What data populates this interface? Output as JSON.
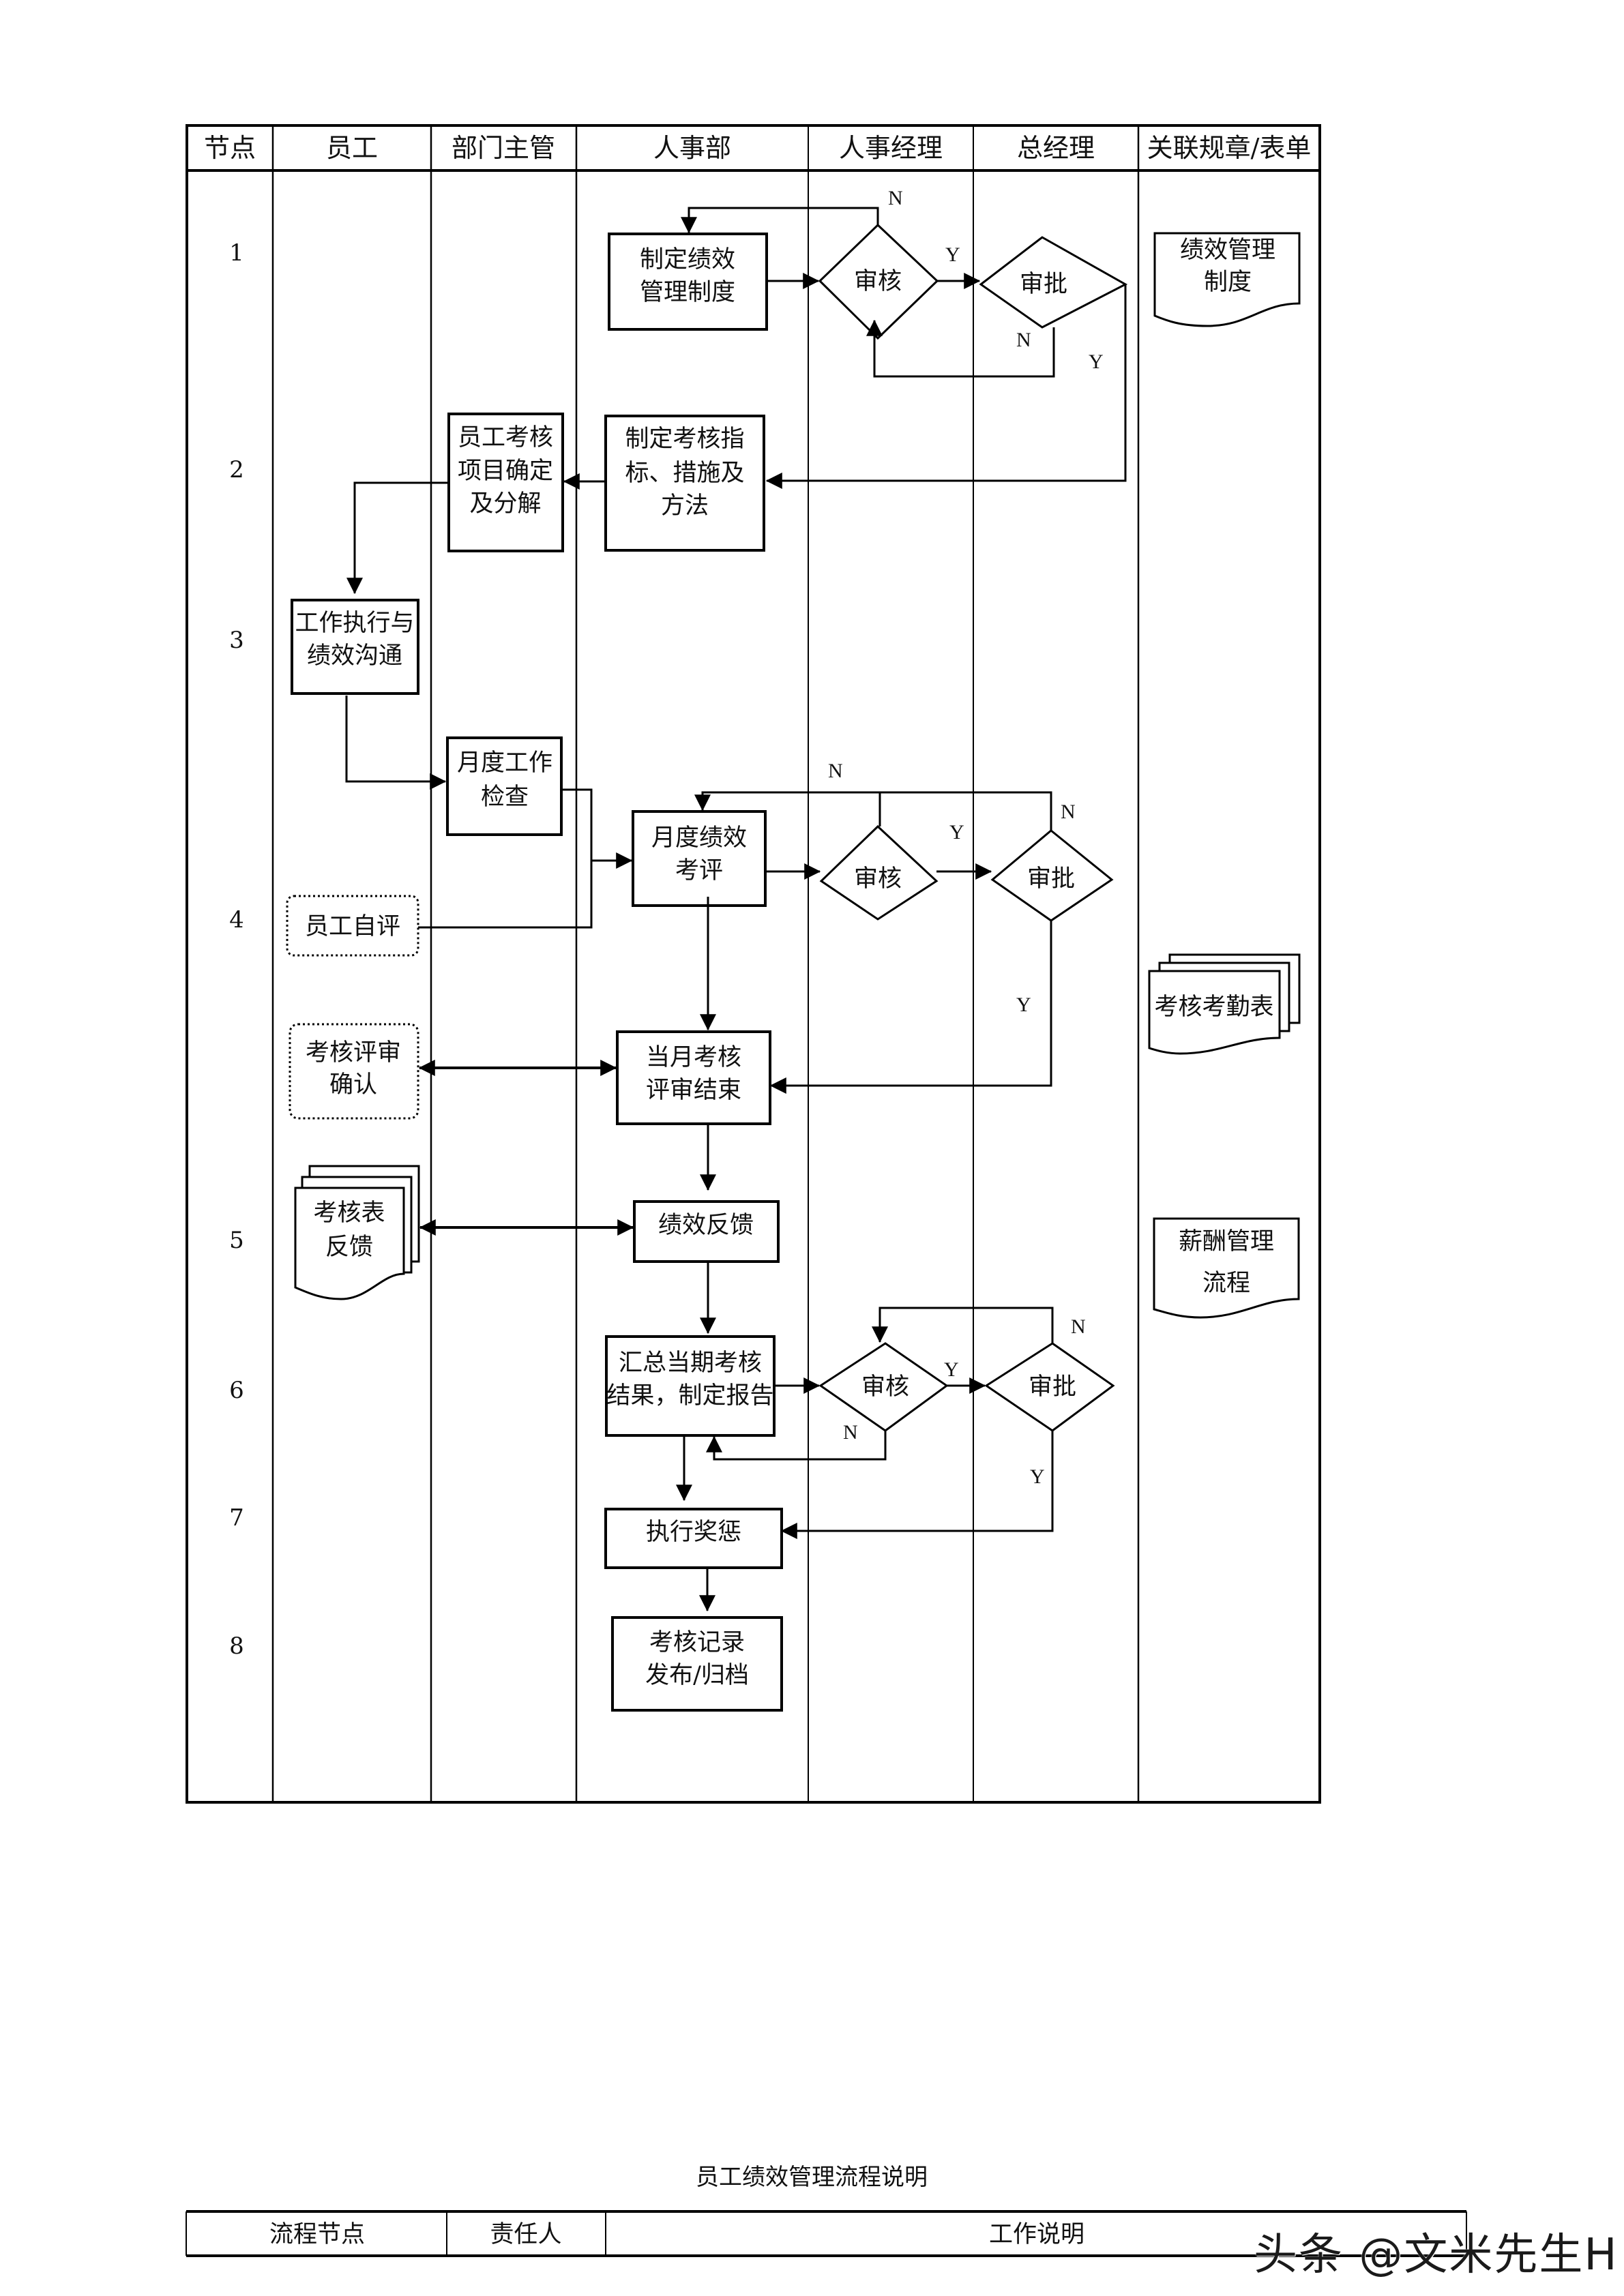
{
  "lanes": {
    "headers": [
      "节点",
      "员工",
      "部门主管",
      "人事部",
      "人事经理",
      "总经理",
      "关联规章/表单"
    ],
    "node_numbers": [
      "1",
      "2",
      "3",
      "4",
      "5",
      "6",
      "7",
      "8"
    ]
  },
  "steps": {
    "define_policy": [
      "制定绩效",
      "管理制度"
    ],
    "review_1": "审核",
    "approve_1": "审批",
    "define_indicators": [
      "制定考核指",
      "标、措施及",
      "方法"
    ],
    "decompose_items": [
      "员工考核",
      "项目确定",
      "及分解"
    ],
    "work_exec": [
      "工作执行与",
      "绩效沟通"
    ],
    "monthly_check": [
      "月度工作",
      "检查"
    ],
    "self_eval": "员工自评",
    "monthly_eval": [
      "月度绩效",
      "考评"
    ],
    "review_2": "审核",
    "approve_2": "审批",
    "review_confirm": [
      "考核评审",
      "确认"
    ],
    "review_end": [
      "当月考核",
      "评审结束"
    ],
    "form_feedback": [
      "考核表",
      "反馈"
    ],
    "perf_feedback": "绩效反馈",
    "summary_report": [
      "汇总当期考核",
      "结果，制定报告"
    ],
    "review_3": "审核",
    "approve_3": "审批",
    "reward_punish": "执行奖惩",
    "publish_archive": [
      "考核记录",
      "发布/归档"
    ]
  },
  "documents": {
    "policy_doc": [
      "绩效管理",
      "制度"
    ],
    "attendance_form": "考核考勤表",
    "salary_flow": [
      "薪酬管理",
      "流程"
    ]
  },
  "decision_labels": {
    "yes": "Y",
    "no": "N"
  },
  "description": {
    "title": "员工绩效管理流程说明",
    "columns": [
      "流程节点",
      "责任人",
      "工作说明"
    ]
  },
  "watermark": "头条 @文米先生H"
}
